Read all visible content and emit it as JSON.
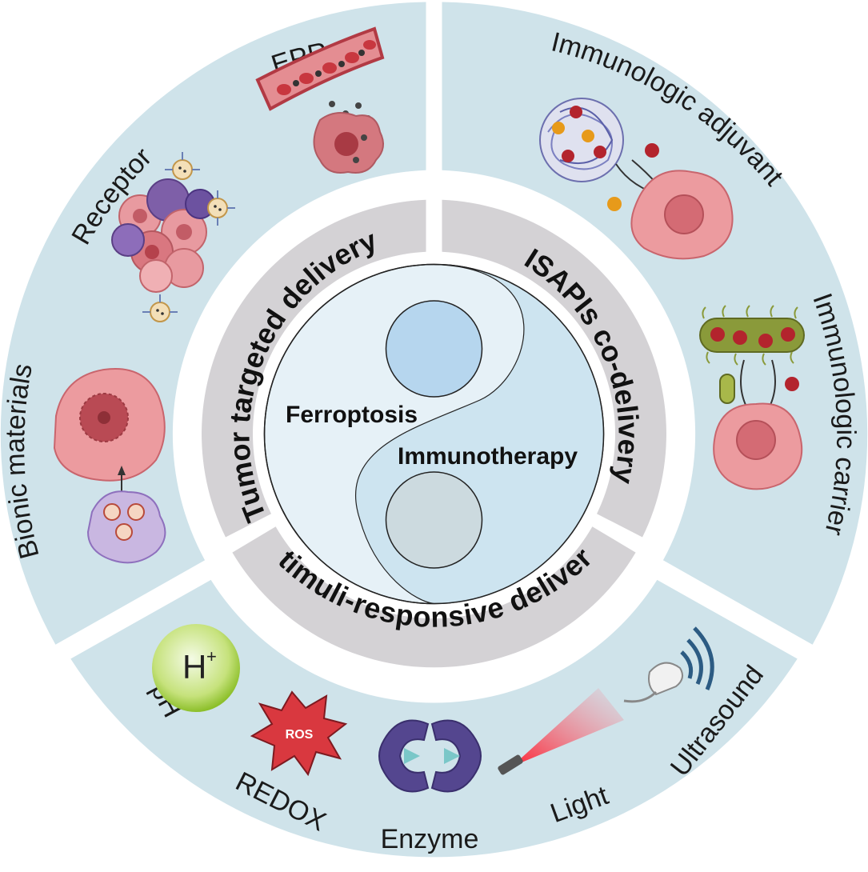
{
  "center": {
    "ferroptosis_label": "Ferroptosis",
    "immunotherapy_label": "Immunotherapy"
  },
  "ring": {
    "left_label": "Tumor targeted delivery",
    "right_label": "ISAPIs co-delivery",
    "bottom_label": "Stimuli-responsive delivery"
  },
  "sectors": {
    "targeted": {
      "epr": "EPR",
      "receptor": "Receptor",
      "bionic": "Bionic materials"
    },
    "codelivery": {
      "adjuvant": "Immunologic adjuvant",
      "carrier": "Immunologic carrier"
    },
    "stimuli": {
      "ph": "pH",
      "ph_symbol": "H",
      "ph_superscript": "+",
      "redox": "REDOX",
      "ros": "ROS",
      "enzyme": "Enzyme",
      "light": "Light",
      "ultrasound": "Ultrasound"
    }
  },
  "colors": {
    "sector_fill": "#cfe3ea",
    "ring_fill": "#d4d2d5",
    "center_light": "#e6f1f7",
    "center_dark": "#cde4f0",
    "cell_pink": "#e9959a",
    "nucleus": "#c9575f",
    "red_particle": "#b3242d",
    "orange_particle": "#e79a1a",
    "vessel": "#c84a52",
    "enzyme_purple": "#54468f",
    "bacteria_green": "#8a9a3a"
  }
}
